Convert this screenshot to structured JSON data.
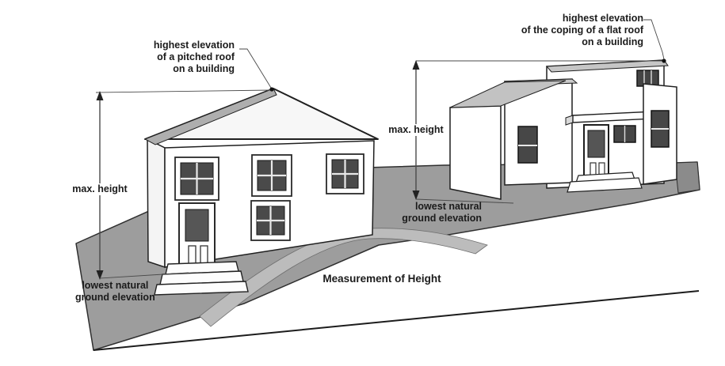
{
  "title": "Measurement of Height",
  "labels": {
    "pitched_roof_callout": "highest elevation\nof a pitched roof\non a building",
    "flat_roof_callout": "highest elevation\nof the coping of a flat roof\non a building",
    "max_height_left": "max. height",
    "max_height_right": "max. height",
    "lowest_ground_left": "lowest natural\nground elevation",
    "lowest_ground_right": "lowest natural\nground elevation"
  },
  "colors": {
    "terrain_gray": "#9d9d9d",
    "ramp_gray": "#bcbcbc",
    "roof_shade_gray": "#aeaeae",
    "coping_gray": "#c6c6c6",
    "building_white": "#ffffff",
    "window_glass": "#4a4a4a",
    "outline": "#1f1f1f",
    "dimension_line": "#4a4a4a",
    "text": "#1b1b1b",
    "background": "#ffffff"
  }
}
